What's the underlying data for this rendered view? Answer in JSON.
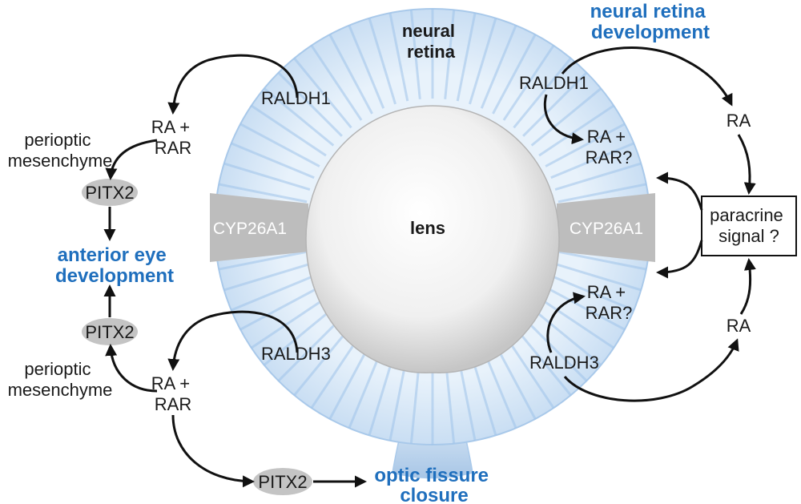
{
  "colors": {
    "retina": "#d6e8f8",
    "retina_edge": "#a9c9ea",
    "rays": "#9fc3ea",
    "lens_light": "#ffffff",
    "lens_dark": "#c9c9c9",
    "band": "#bdbdbd",
    "pitx2": "#c4c4c4",
    "blue_text": "#1f6fbd",
    "arrow": "#111111"
  },
  "labels": {
    "neural_retina": [
      "neural",
      "retina"
    ],
    "lens": "lens",
    "cyp_left": "CYP26A1",
    "cyp_right": "CYP26A1",
    "raldh1_left": "RALDH1",
    "raldh1_right": "RALDH1",
    "raldh3_left": "RALDH3",
    "raldh3_right": "RALDH3",
    "ra_rar_upper_left": [
      "RA +",
      "RAR"
    ],
    "ra_rar_lower_left": [
      "RA +",
      "RAR"
    ],
    "ra_rar_upper_right": [
      "RA +",
      "RAR?"
    ],
    "ra_rar_lower_right": [
      "RA +",
      "RAR?"
    ],
    "ra_top_right": "RA",
    "ra_bottom_right": "RA",
    "periocular_top": [
      "perioptic",
      "mesenchyme"
    ],
    "periocular_bottom": [
      "perioptic",
      "mesenchyme"
    ],
    "pitx2_top": "PITX2",
    "pitx2_mid": "PITX2",
    "pitx2_bottom": "PITX2",
    "paracrine": [
      "paracrine",
      "signal ?"
    ],
    "neural_retina_dev": [
      "neural retina",
      "development"
    ],
    "anterior_eye_dev": [
      "anterior eye",
      "development"
    ],
    "optic_fissure": [
      "optic fissure",
      "closure"
    ]
  },
  "diagram": {
    "arrows": [
      {
        "from": "raldh1_left",
        "to": "ra_rar_upper_left"
      },
      {
        "from": "raldh3_left",
        "to": "ra_rar_lower_left"
      },
      {
        "from": "raldh1_right",
        "to": "ra_rar_upper_right"
      },
      {
        "from": "raldh3_right",
        "to": "ra_rar_lower_right"
      },
      {
        "from": "raldh1_right",
        "to": "ra_top_right"
      },
      {
        "from": "raldh3_right",
        "to": "ra_bottom_right"
      },
      {
        "from": "ra_top_right",
        "to": "paracrine"
      },
      {
        "from": "ra_bottom_right",
        "to": "paracrine"
      },
      {
        "from": "paracrine",
        "to": "retina_upper"
      },
      {
        "from": "paracrine",
        "to": "retina_lower"
      },
      {
        "from": "ra_rar_upper_left",
        "to": "pitx2_top"
      },
      {
        "from": "pitx2_top",
        "to": "anterior_eye_dev"
      },
      {
        "from": "ra_rar_lower_left",
        "to": "pitx2_mid"
      },
      {
        "from": "pitx2_mid",
        "to": "anterior_eye_dev"
      },
      {
        "from": "ra_rar_lower_left",
        "to": "pitx2_bottom"
      },
      {
        "from": "pitx2_bottom",
        "to": "optic_fissure"
      }
    ]
  }
}
